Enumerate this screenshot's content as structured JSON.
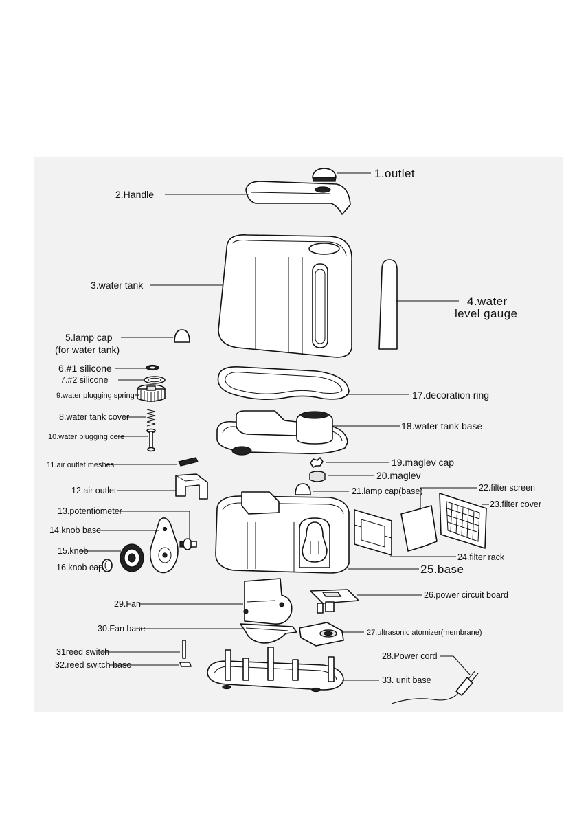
{
  "labels": {
    "p1": "1.outlet",
    "p2": "2.Handle",
    "p3": "3.water tank",
    "p4a": "4.water",
    "p4b": "level gauge",
    "p5a": "5.lamp cap",
    "p5b": "(for water tank)",
    "p6": "6.#1 silicone",
    "p7": "7.#2 silicone",
    "p9": "9.water plugging spring",
    "p8": "8.water tank cover",
    "p10": "10.water plugging core",
    "p11": "11.air outlet meshes",
    "p12": "12.air outlet",
    "p13": "13.potentiometer",
    "p14": "14.knob base",
    "p15": "15.knob",
    "p16": "16.knob cap",
    "p17": "17.decoration ring",
    "p18": "18.water tank base",
    "p19": "19.maglev cap",
    "p20": "20.maglev",
    "p21": "21.lamp cap(base)",
    "p22": "22.filter screen",
    "p23": "23.filter cover",
    "p24": "24.filter rack",
    "p25": "25.base",
    "p26": "26.power circuit board",
    "p27": "27.ultrasonic atomizer(membrane)",
    "p28": "28.Power cord",
    "p29": "29.Fan",
    "p30": "30.Fan base",
    "p31": "31reed switch",
    "p32": "32.reed switch base",
    "p33": "33. unit base"
  }
}
